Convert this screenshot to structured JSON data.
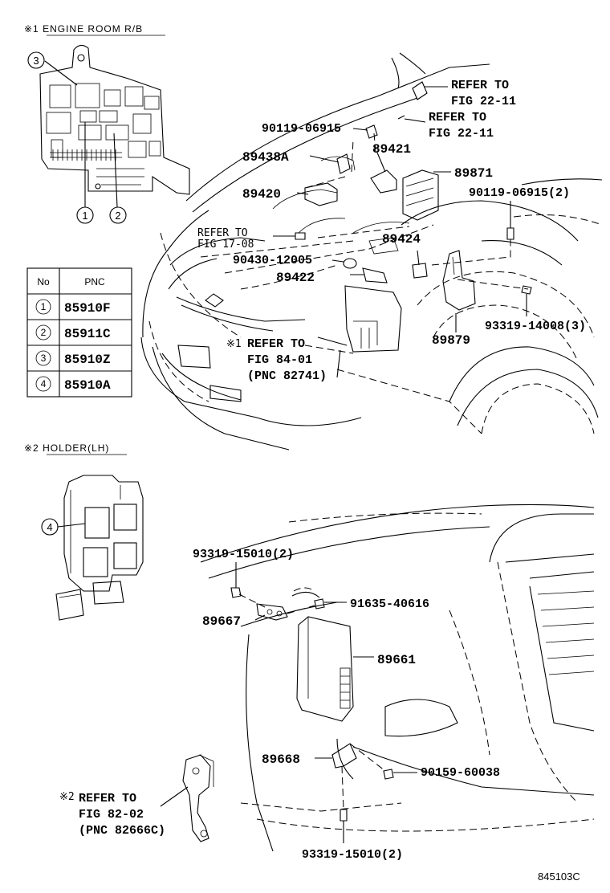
{
  "sections": {
    "engine_room": "※1  ENGINE ROOM R/B",
    "holder": "※2  HOLDER(LH)"
  },
  "table": {
    "headers": [
      "No",
      "PNC"
    ],
    "rows": [
      {
        "no": "1",
        "pnc": "85910F"
      },
      {
        "no": "2",
        "pnc": "85911C"
      },
      {
        "no": "3",
        "pnc": "85910Z"
      },
      {
        "no": "4",
        "pnc": "85910A"
      }
    ]
  },
  "callouts": {
    "c1": "1",
    "c2": "2",
    "c3": "3",
    "c4": "4"
  },
  "labels": {
    "refer_fig22_a_1": "REFER TO",
    "refer_fig22_a_2": "FIG 22-11",
    "refer_fig22_b_1": "REFER TO",
    "refer_fig22_b_2": "FIG 22-11",
    "p90119_top": "90119-06915",
    "p89438A": "89438A",
    "p89421": "89421",
    "p89871": "89871",
    "p90119_right": "90119-06915(2)",
    "p89420": "89420",
    "refer_fig17_1": "REFER TO",
    "refer_fig17_2": "FIG 17-08",
    "p89424": "89424",
    "p90430": "90430-12005",
    "p89422": "89422",
    "p93319_14008": "93319-14008(3)",
    "refer_fig84_mark": "※1",
    "refer_fig84_1": "REFER TO",
    "refer_fig84_2": "FIG 84-01",
    "refer_fig84_3": "(PNC 82741)",
    "p89879": "89879",
    "p93319_15010_top": "93319-15010(2)",
    "p91635": "91635-40616",
    "p89667": "89667",
    "p89661": "89661",
    "p89668": "89668",
    "p90159": "90159-60038",
    "refer_fig82_mark": "※2",
    "refer_fig82_1": "REFER TO",
    "refer_fig82_2": "FIG 82-02",
    "refer_fig82_3": "(PNC 82666C)",
    "p93319_15010_bottom": "93319-15010(2)",
    "diagram_code": "845103C"
  }
}
